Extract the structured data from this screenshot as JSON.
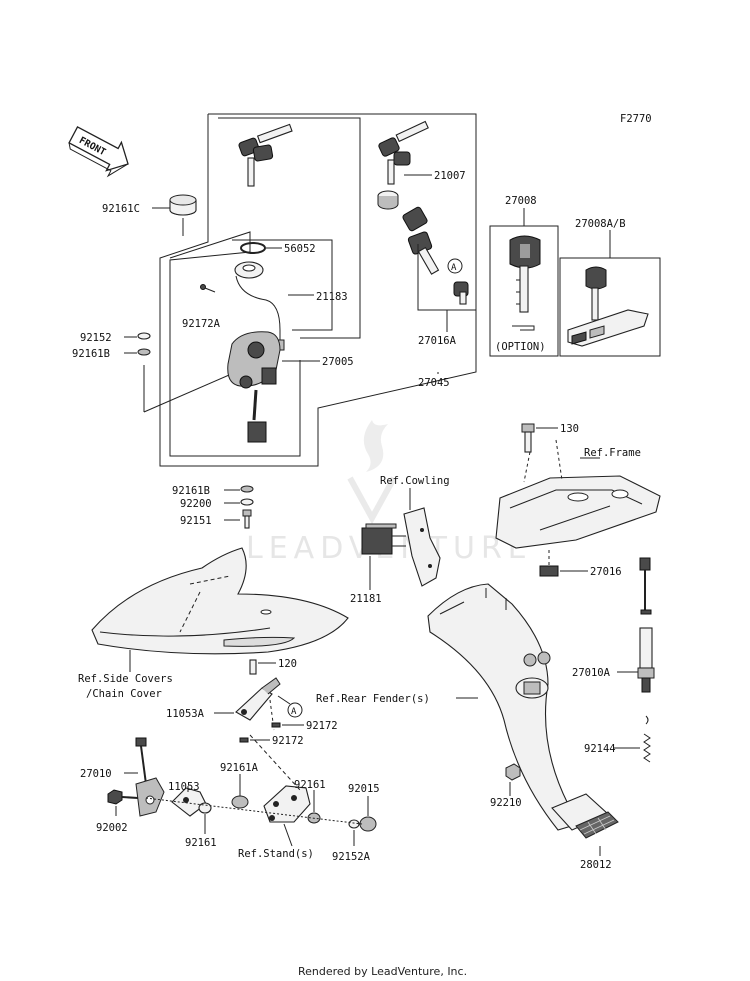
{
  "figure_code": "F2770",
  "footer": "Rendered by LeadVenture, Inc.",
  "watermark": "LEADVENTURE",
  "front_arrow": "FRONT",
  "labels": {
    "p92161C": "92161C",
    "p56052": "56052",
    "p21183": "21183",
    "p92172A": "92172A",
    "p92152": "92152",
    "p92161B_top": "92161B",
    "p27005": "27005",
    "p21007": "21007",
    "p27016A": "27016A",
    "p27045": "27045",
    "p27008": "27008",
    "p27008AB": "27008A/B",
    "option": "(OPTION)",
    "p130": "130",
    "ref_frame": "Ref.Frame",
    "ref_cowling": "Ref.Cowling",
    "p92161B_bot": "92161B",
    "p92200": "92200",
    "p92151": "92151",
    "p21181": "21181",
    "p27016": "27016",
    "ref_side_covers_1": "Ref.Side Covers",
    "ref_side_covers_2": "/Chain Cover",
    "p120": "120",
    "p11053A": "11053A",
    "p92172_a": "92172",
    "p92172_b": "92172",
    "ref_rear_fender": "Ref.Rear Fender(s)",
    "p27010A": "27010A",
    "p92144": "92144",
    "p27010": "27010",
    "p11053": "11053",
    "p92161A": "92161A",
    "p92161": "92161",
    "p92015": "92015",
    "p92002": "92002",
    "p92161_b": "92161",
    "ref_stand": "Ref.Stand(s)",
    "p92152A": "92152A",
    "p92210": "92210",
    "p28012": "28012",
    "callout_a1": "A",
    "callout_a2": "A"
  }
}
